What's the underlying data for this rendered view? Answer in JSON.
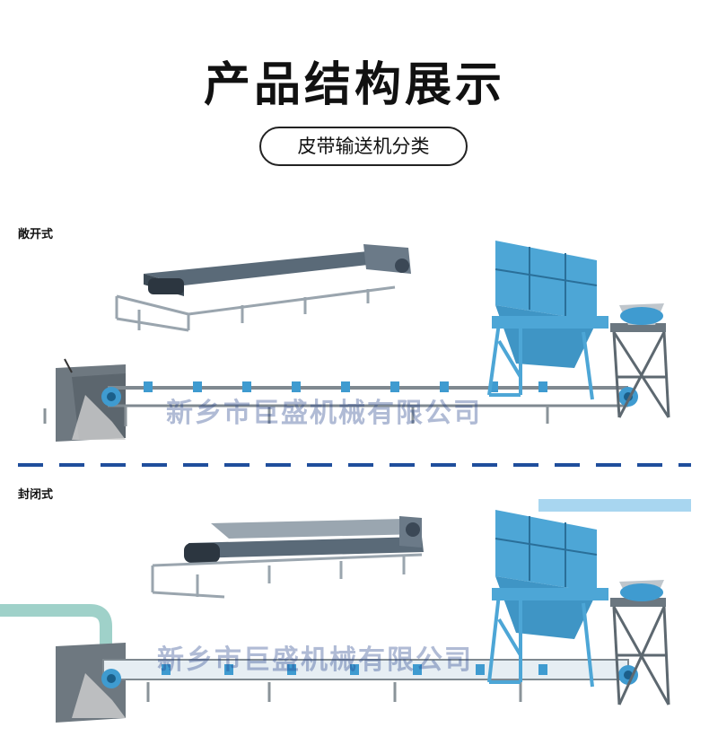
{
  "title": "产品结构展示",
  "subtitle": "皮带输送机分类",
  "sections": [
    {
      "label": "敞开式"
    },
    {
      "label": "封闭式"
    }
  ],
  "watermark": "新乡市巨盛机械有限公司",
  "colors": {
    "machine_blue": "#4da6d6",
    "frame_gray": "#8a9399",
    "divider_blue": "#1f4e9c"
  }
}
